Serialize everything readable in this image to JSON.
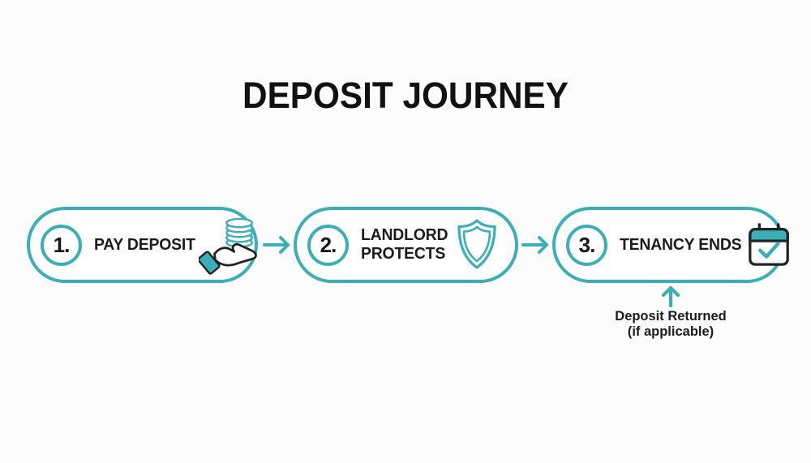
{
  "title": "DEPOSIT JOURNEY",
  "colors": {
    "accent": "#3aafb8",
    "text": "#1c1c1c",
    "background": "#fcfcfc"
  },
  "steps": [
    {
      "number": "1.",
      "label_lines": [
        "PAY DEPOSIT"
      ],
      "icon": "hand-coins-icon"
    },
    {
      "number": "2.",
      "label_lines": [
        "LANDLORD",
        "PROTECTS"
      ],
      "icon": "shield-icon"
    },
    {
      "number": "3.",
      "label_lines": [
        "TENANCY ENDS"
      ],
      "icon": "calendar-check-icon"
    }
  ],
  "connectors": {
    "step1_to_step2": "right-arrow",
    "step2_to_step3": "right-arrow",
    "annotation_pointer": "up-arrow"
  },
  "annotation": {
    "line1": "Deposit Returned",
    "line2": "(if applicable)"
  }
}
